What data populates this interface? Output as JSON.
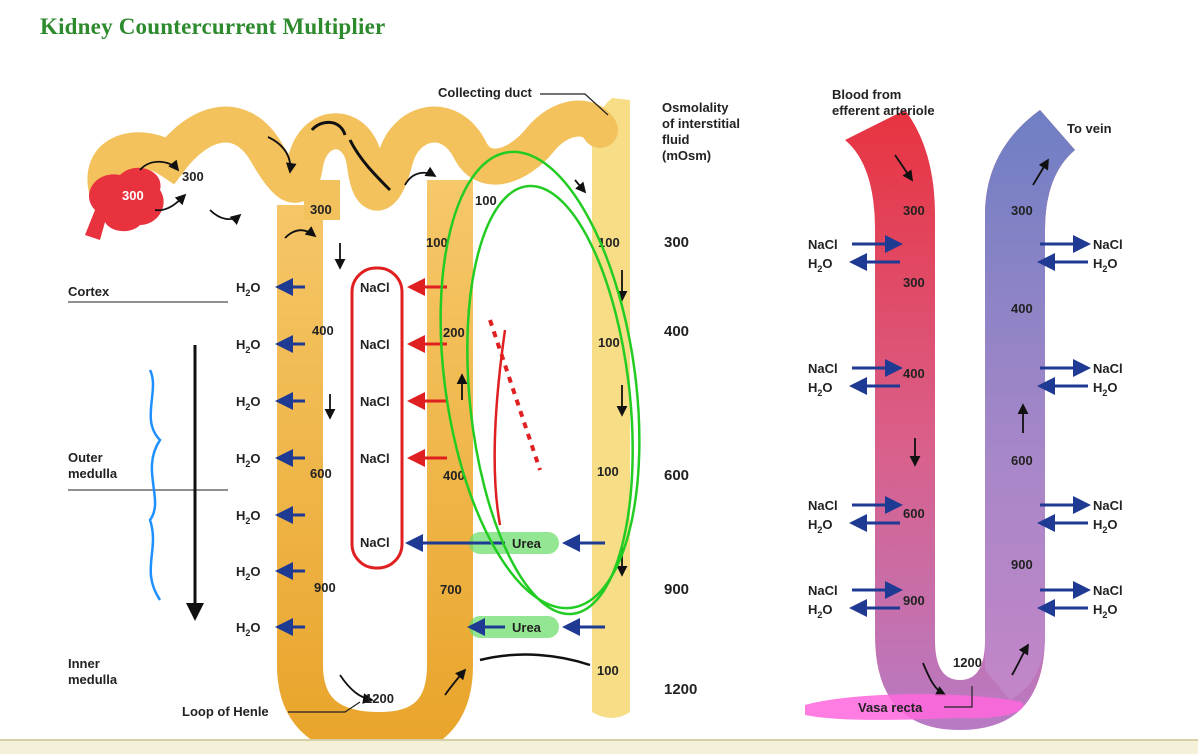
{
  "title": "Kidney Countercurrent Multiplier",
  "colors": {
    "title": "#2d8a2d",
    "tubule": "#f0b744",
    "duct": "#f6dd86",
    "arrow_blue": "#1f3a93",
    "arrow_red": "#e02020",
    "artery": "#e8333f",
    "vein": "#7b86c6",
    "ink_green": "#22cc22",
    "ink_blue": "#1e90ff",
    "highlight_pink": "#ff66dd"
  },
  "nephron": {
    "labels": {
      "collecting_duct": "Collecting duct",
      "osmolality": [
        "Osmolality",
        "of interstitial",
        "fluid",
        "(mOsm)"
      ],
      "cortex": "Cortex",
      "outer_medulla": [
        "Outer",
        "medulla"
      ],
      "inner_medulla": [
        "Inner",
        "medulla"
      ],
      "loop": "Loop of Henle"
    },
    "scale": [
      "300",
      "400",
      "600",
      "900",
      "1200"
    ],
    "values": {
      "glom": "300",
      "pct1": "300",
      "pct2": "300",
      "asc_top": "100",
      "dct": "100",
      "desc400": "400",
      "desc600": "600",
      "desc900": "900",
      "bottom": "1200",
      "asc200": "200",
      "asc400": "400",
      "asc700": "700",
      "cd1": "100",
      "cd2": "100",
      "cd3": "100",
      "cd4": "100"
    },
    "water": "H",
    "water_sub": "2",
    "water_o": "O",
    "nacl": "NaCl",
    "urea": "Urea"
  },
  "vasa": {
    "labels": {
      "blood": [
        "Blood from",
        "efferent arteriole"
      ],
      "vein": "To vein",
      "vasa_recta": "Vasa recta"
    },
    "values": {
      "d1": "300",
      "d2": "300",
      "d3": "400",
      "d4": "600",
      "d5": "900",
      "bottom": "1200",
      "a1": "300",
      "a2": "400",
      "a3": "600",
      "a4": "900"
    },
    "nacl": "NaCl",
    "water": "H",
    "water_sub": "2",
    "water_o": "O"
  }
}
